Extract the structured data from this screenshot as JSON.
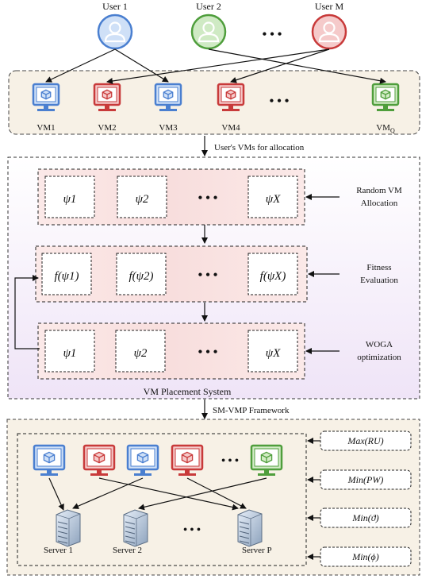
{
  "users": [
    {
      "label": "User 1",
      "color": "#4a7fd0",
      "fill": "#cfe0f7"
    },
    {
      "label": "User 2",
      "color": "#4f9e3c",
      "fill": "#cfeac4"
    },
    {
      "label": "User M",
      "color": "#c83a3a",
      "fill": "#f5caca"
    }
  ],
  "users_ellipsis": "• • •",
  "vms": [
    {
      "label": "VM1",
      "color": "blue"
    },
    {
      "label": "VM2",
      "color": "red"
    },
    {
      "label": "VM3",
      "color": "blue"
    },
    {
      "label": "VM4",
      "color": "red"
    }
  ],
  "vm_q": {
    "label": "VM",
    "sub": "Q",
    "color": "green"
  },
  "vms_ellipsis": "• • •",
  "arrow1_label": "User's VMs for allocation",
  "placement": {
    "title": "VM Placement System",
    "rows": [
      {
        "cells": [
          "ψ1",
          "ψ2",
          "ψX"
        ],
        "side_label": [
          "Random VM",
          "Allocation"
        ]
      },
      {
        "cells": [
          "f(ψ1)",
          "f(ψ2)",
          "f(ψX)"
        ],
        "side_label": [
          "Fitness",
          "Evaluation"
        ]
      },
      {
        "cells": [
          "ψ1",
          "ψ2",
          "ψX"
        ],
        "side_label": [
          "WOGA",
          "optimization"
        ]
      }
    ],
    "ellipsis": "• • •"
  },
  "arrow2_label": "SM-VMP Framework",
  "framework": {
    "vm_colors": [
      "blue",
      "red",
      "blue",
      "red",
      "green"
    ],
    "vm_ellipsis": "• • •",
    "servers": [
      {
        "label": "Server 1"
      },
      {
        "label": "Server 2"
      },
      {
        "label": "Server P"
      }
    ],
    "server_ellipsis": "• • •",
    "objectives": [
      "Max(RU)",
      "Min(PW)",
      "Min(ϑ)",
      "Min(ϕ)"
    ]
  },
  "colors": {
    "blue": "#4a7fd0",
    "blue_fill": "#cfe0f7",
    "red": "#c83a3a",
    "red_fill": "#f5caca",
    "green": "#4f9e3c",
    "green_fill": "#d3ecc6",
    "panel": "#f7f1e6"
  }
}
